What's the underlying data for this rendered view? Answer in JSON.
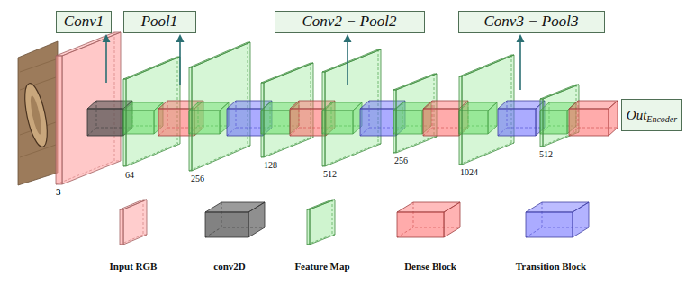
{
  "diagram": {
    "nodes": [
      {
        "text": [
          "Conv1"
        ]
      },
      {
        "text": [
          "Pool1"
        ]
      },
      {
        "text": [
          "Conv2 − Pool2"
        ]
      },
      {
        "text": [
          "Conv3 − Pool3"
        ]
      },
      {
        "text": [
          "Out",
          "Encoder"
        ]
      }
    ],
    "labels": [
      "3",
      "64",
      "256",
      "128",
      "512",
      "256",
      "1024",
      "512"
    ],
    "legend": [
      {
        "text": "Input RGB",
        "color": "#ff9999"
      },
      {
        "text": "conv2D",
        "color": "#4d4d4d"
      },
      {
        "text": "Feature Map",
        "color": "#66dd66"
      },
      {
        "text": "Dense Block",
        "color": "#ff6666"
      },
      {
        "text": "Transition Block",
        "color": "#6666ff"
      }
    ]
  }
}
